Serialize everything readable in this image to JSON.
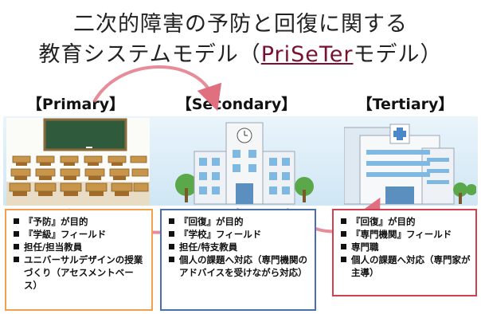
{
  "title_line1": "二次的障害の予防と回復に関する",
  "title_line2_prefix": "教育システムモデル（",
  "title_brand": "PriSeTer",
  "title_line2_suffix": "モデル）",
  "stages": [
    {
      "label": "【Primary】",
      "items": [
        "『予防』が目的",
        "『学級』フィールド",
        "担任/担当教員",
        "ユニバーサルデザインの授業づくり（アセスメントベース）"
      ]
    },
    {
      "label": "【Secondary】",
      "items": [
        "『回復』が目的",
        "『学校』フィールド",
        "担任/特支教員",
        "個人の課題へ対応（専門機関のアドバイスを受けながら対応）"
      ]
    },
    {
      "label": "【Tertiary】",
      "items": [
        "『回復』が目的",
        "『専門機関』フィールド",
        "専門職",
        "個人の課題へ対応（専門家が主導）"
      ]
    }
  ],
  "colors": {
    "primary_border": "#f0a050",
    "secondary_border": "#4a6fb0",
    "tertiary_border": "#d04050",
    "arrow": "#e07080"
  }
}
